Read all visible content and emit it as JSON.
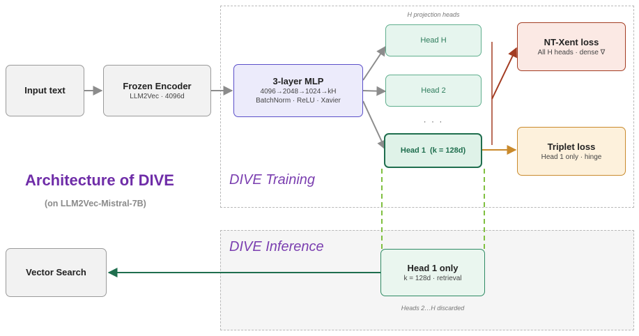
{
  "title": "Architecture of DIVE",
  "subtitle": "(on LLM2Vec-Mistral-7B)",
  "regions": {
    "training": "DIVE Training",
    "inference": "DIVE Inference"
  },
  "annotations": {
    "heads_caption": "H projection heads",
    "ellipsis": "· · ·",
    "discarded": "Heads 2…H discarded"
  },
  "nodes": {
    "input": {
      "title": "Input text"
    },
    "encoder": {
      "title": "Frozen Encoder",
      "sub": "LLM2Vec · 4096d"
    },
    "mlp": {
      "title": "3-layer MLP",
      "sub1": "4096→2048→1024→kH",
      "sub2": "BatchNorm · ReLU · Xavier"
    },
    "head_h": {
      "title": "Head H"
    },
    "head_2": {
      "title": "Head 2"
    },
    "head_1": {
      "title": "Head 1  (k = 128d)"
    },
    "ntxent": {
      "title": "NT-Xent loss",
      "sub": "All H heads · dense ∇"
    },
    "triplet": {
      "title": "Triplet loss",
      "sub": "Head 1 only · hinge"
    },
    "head1_only": {
      "title": "Head 1 only",
      "sub": "k = 128d · retrieval"
    },
    "vector_search": {
      "title": "Vector Search"
    }
  },
  "colors": {
    "grey_arrow": "#8c8c8c",
    "mlp_border": "#5b4fc9",
    "head_border": "#5fae8d",
    "ntxent_arrow": "#a33c22",
    "triplet_arrow": "#c98a2c",
    "dashed_green": "#7fbf3f",
    "inference_arrow": "#1f6e4e",
    "title": "#6f2da8",
    "region_label": "#7b3fb0"
  }
}
